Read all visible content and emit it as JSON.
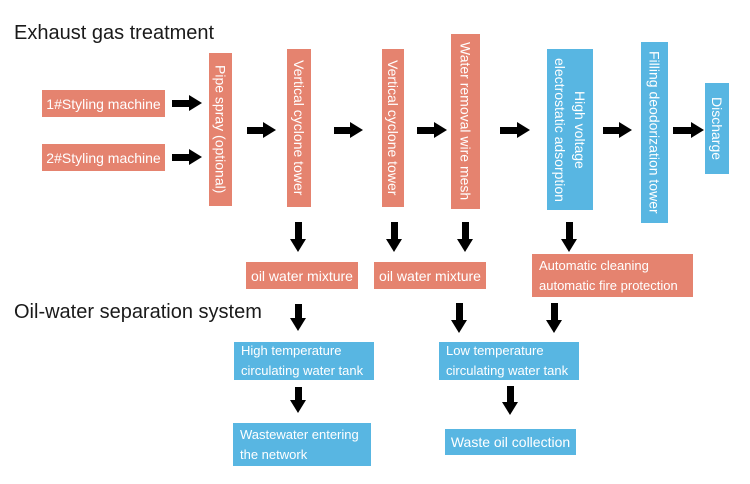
{
  "headings": {
    "top": "Exhaust gas treatment",
    "bottom": "Oil-water separation system"
  },
  "colors": {
    "salmon": "#e5836f",
    "blue": "#58b6e2",
    "arrow": "#000000",
    "textOnBox": "#ffffff"
  },
  "nodes": {
    "styling1": "1#Styling machine",
    "styling2": "2#Styling machine",
    "pipe_spray": "Pipe spray (optional)",
    "cyclone1": "Vertical cyclone tower",
    "cyclone2": "Vertical cyclone tower",
    "water_mesh": "Water removal wire mesh",
    "high_voltage": {
      "line1": "High voltage",
      "line2": "electrostatic adsorption"
    },
    "deodorization": "Filling deodorization tower",
    "discharge": "Discharge",
    "oil_mix1": "oil water mixture",
    "oil_mix2": "oil water mixture",
    "auto_clean": {
      "line1": "Automatic cleaning",
      "line2": "automatic fire protection"
    },
    "high_temp": {
      "line1": "High temperature",
      "line2": "circulating water tank"
    },
    "low_temp": {
      "line1": "Low temperature",
      "line2": "circulating water tank"
    },
    "wastewater": {
      "line1": "Wastewater entering",
      "line2": "the network"
    },
    "waste_oil": "Waste oil collection"
  }
}
